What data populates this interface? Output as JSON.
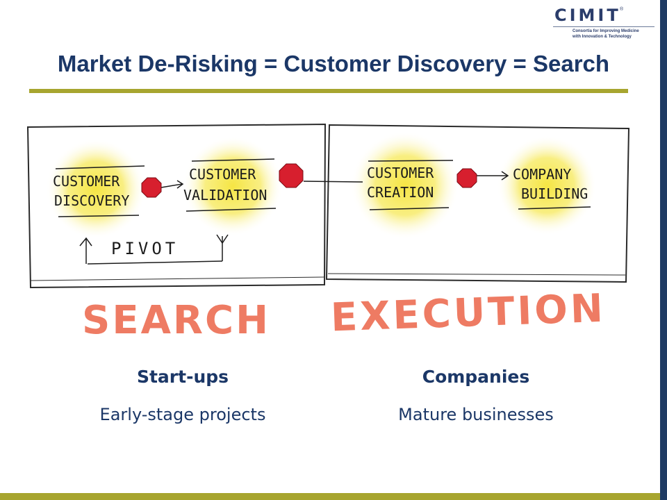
{
  "title": "Market De-Risking = Customer Discovery = Search",
  "logo": {
    "name": "CIMIT",
    "registered": "®",
    "subtitle_line1": "Consortia for Improving Medicine",
    "subtitle_line2": "with Innovation & Technology"
  },
  "diagram": {
    "nodes": [
      {
        "line1": "CUSTOMER",
        "line2": "DISCOVERY"
      },
      {
        "line1": "CUSTOMER",
        "line2": "VALIDATION"
      },
      {
        "line1": "CUSTOMER",
        "line2": "CREATION"
      },
      {
        "line1": "COMPANY",
        "line2": "BUILDING"
      }
    ],
    "pivot_label": "PIVOT",
    "phase_left": "SEARCH",
    "phase_right": "EXECUTION"
  },
  "columns": [
    {
      "heading": "Start-ups",
      "subheading": "Early-stage projects"
    },
    {
      "heading": "Companies",
      "subheading": "Mature businesses"
    }
  ],
  "colors": {
    "title": "#1b3767",
    "accent_rule": "#a7a52f",
    "sidebar": "#1f3b63",
    "glow": "#f5e43a",
    "node_dot": "#d71f2e",
    "hand_red": "#ee7b63"
  }
}
